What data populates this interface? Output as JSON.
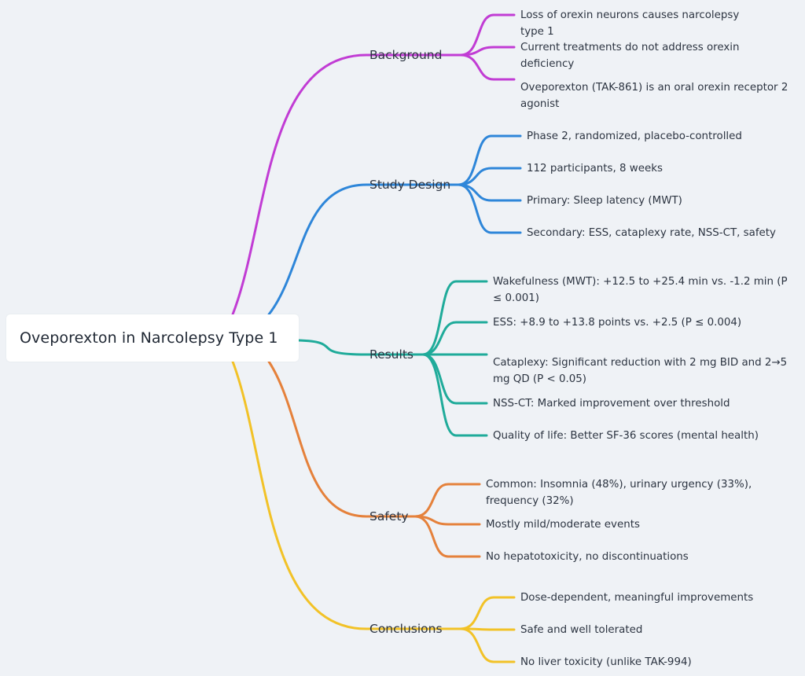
{
  "root": {
    "title": "Oveporexton in Narcolepsy Type 1"
  },
  "branches": [
    {
      "label": "Background",
      "color": "#c13cd4",
      "items": [
        "Loss of orexin neurons causes narcolepsy type 1",
        "Current treatments do not address orexin deficiency",
        "Oveporexton (TAK-861) is an oral orexin receptor 2 agonist"
      ]
    },
    {
      "label": "Study Design",
      "color": "#2e86d9",
      "items": [
        "Phase 2, randomized, placebo-controlled",
        "112 participants, 8 weeks",
        "Primary: Sleep latency (MWT)",
        "Secondary: ESS, cataplexy rate, NSS-CT, safety"
      ]
    },
    {
      "label": "Results",
      "color": "#1fab9a",
      "items": [
        "Wakefulness (MWT): +12.5 to +25.4 min vs. -1.2 min (P ≤ 0.001)",
        "ESS: +8.9 to +13.8 points vs. +2.5 (P ≤ 0.004)",
        "Cataplexy: Significant reduction with 2 mg BID and 2→5 mg QD (P < 0.05)",
        "NSS-CT: Marked improvement over threshold",
        "Quality of life: Better SF-36 scores (mental health)"
      ]
    },
    {
      "label": "Safety",
      "color": "#e5813b",
      "items": [
        "Common: Insomnia (48%), urinary urgency (33%), frequency (32%)",
        "Mostly mild/moderate events",
        "No hepatotoxicity, no discontinuations"
      ]
    },
    {
      "label": "Conclusions",
      "color": "#f2c227",
      "items": [
        "Dose-dependent, meaningful improvements",
        "Safe and well tolerated",
        "No liver toxicity (unlike TAK-994)"
      ]
    }
  ]
}
